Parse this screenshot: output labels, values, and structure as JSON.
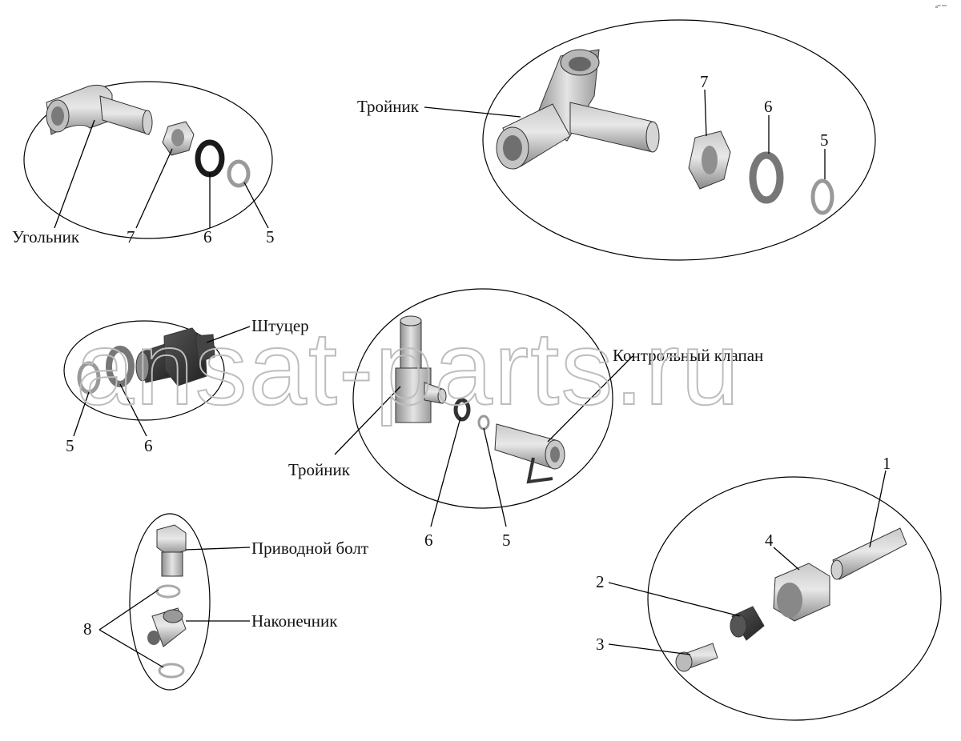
{
  "watermark": "ansat-parts.ru",
  "corner_mark": "a** ***",
  "labels": {
    "group1": {
      "part_name": "Угольник",
      "n7": "7",
      "n6": "6",
      "n5": "5"
    },
    "group2": {
      "part_name": "Тройник",
      "n7": "7",
      "n6": "6",
      "n5": "5"
    },
    "group3": {
      "part_name": "Штуцер",
      "n5": "5",
      "n6": "6"
    },
    "group4": {
      "tee": "Тройник",
      "valve": "Контрольный клапан",
      "n6": "6",
      "n5": "5"
    },
    "group5": {
      "bolt": "Приводной болт",
      "tip": "Наконечник",
      "n8": "8"
    },
    "group6": {
      "n1": "1",
      "n2": "2",
      "n3": "3",
      "n4": "4"
    }
  },
  "icons": [
    "elbow-fitting",
    "hex-nut",
    "gasket-ring",
    "tee-fitting",
    "union-fitting",
    "control-valve",
    "drive-bolt",
    "banjo-tip",
    "tube",
    "sleeve",
    "screw"
  ]
}
